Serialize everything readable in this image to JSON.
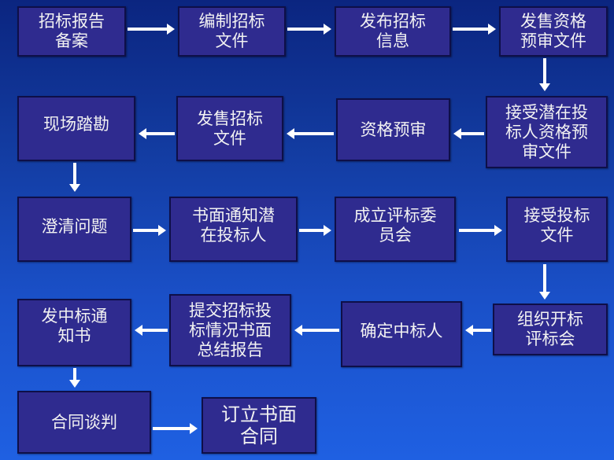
{
  "steps": [
    {
      "id": "b1",
      "label": "招标报告\n备案"
    },
    {
      "id": "b2",
      "label": "编制招标\n文件"
    },
    {
      "id": "b3",
      "label": "发布招标\n信息"
    },
    {
      "id": "b4",
      "label": "发售资格\n预审文件"
    },
    {
      "id": "b5",
      "label": "接受潜在投\n标人资格预\n审文件"
    },
    {
      "id": "b6",
      "label": "资格预审"
    },
    {
      "id": "b7",
      "label": "发售招标\n文件"
    },
    {
      "id": "b8",
      "label": "现场踏勘"
    },
    {
      "id": "b9",
      "label": "澄清问题"
    },
    {
      "id": "b10",
      "label": "书面通知潜\n在投标人"
    },
    {
      "id": "b11",
      "label": "成立评标委\n员会"
    },
    {
      "id": "b12",
      "label": "接受投标\n文件"
    },
    {
      "id": "b13",
      "label": "组织开标\n评标会"
    },
    {
      "id": "b14",
      "label": "确定中标人"
    },
    {
      "id": "b15",
      "label": "提交招标投\n标情况书面\n总结报告"
    },
    {
      "id": "b16",
      "label": "发中标通\n知书"
    },
    {
      "id": "b17",
      "label": "合同谈判"
    },
    {
      "id": "b18",
      "label": "订立书面\n合同"
    }
  ],
  "colors": {
    "box_fill": "#2f2b8f",
    "box_border": "#0e0f48",
    "arrow": "#ffffff",
    "text": "#f2f2f2"
  }
}
